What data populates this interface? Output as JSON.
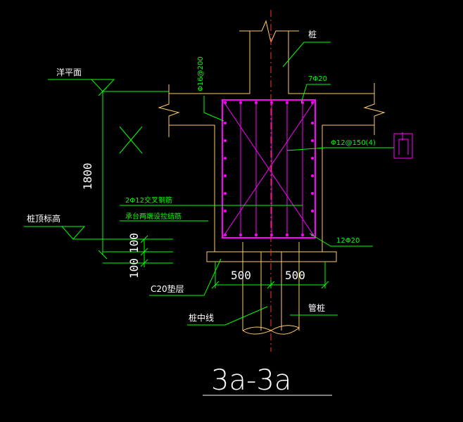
{
  "colors": {
    "background": "#000000",
    "concrete": "#ffcc66",
    "rebar": "#ff00ff",
    "annotation": "#00ff00",
    "centerline": "#ff3333",
    "text": "#ffffff",
    "dim_text": "#00ff00"
  },
  "labels": {
    "pile": "桩",
    "water_level": "洋平面",
    "stirrup": "Φ16@200",
    "top_bar": "7Φ20",
    "tie": "Φ12@150(4)",
    "crossbar_1": "2Φ12交叉钢筋",
    "crossbar_2": "承台两端设拉结筋",
    "pile_top_elev": "桩顶标高",
    "bottom_bar": "12Φ20",
    "bedding": "C20垫层",
    "pile_centerline": "桩中线",
    "pipe_pile": "管桩"
  },
  "dims": {
    "height": "1800",
    "d100_a": "100",
    "d100_b": "100",
    "w_left": "500",
    "w_right": "500"
  },
  "title": "3a-3a"
}
